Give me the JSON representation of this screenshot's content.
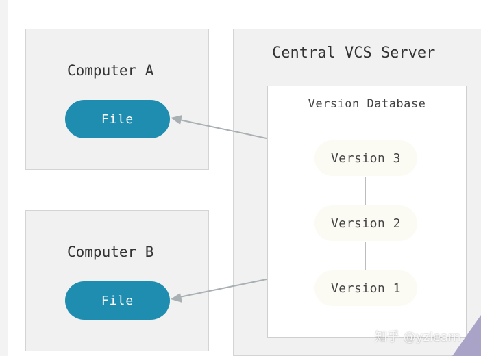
{
  "computers": [
    {
      "title": "Computer A",
      "file_label": "File"
    },
    {
      "title": "Computer B",
      "file_label": "File"
    }
  ],
  "server": {
    "title": "Central VCS Server",
    "database": {
      "title": "Version Database",
      "versions": [
        "Version 3",
        "Version 2",
        "Version 1"
      ]
    }
  },
  "colors": {
    "file_pill": "#1f8db0",
    "box_fill": "#f1f1f1",
    "arrow": "#a9b0b3"
  },
  "watermark": "知乎 @yzlearn"
}
